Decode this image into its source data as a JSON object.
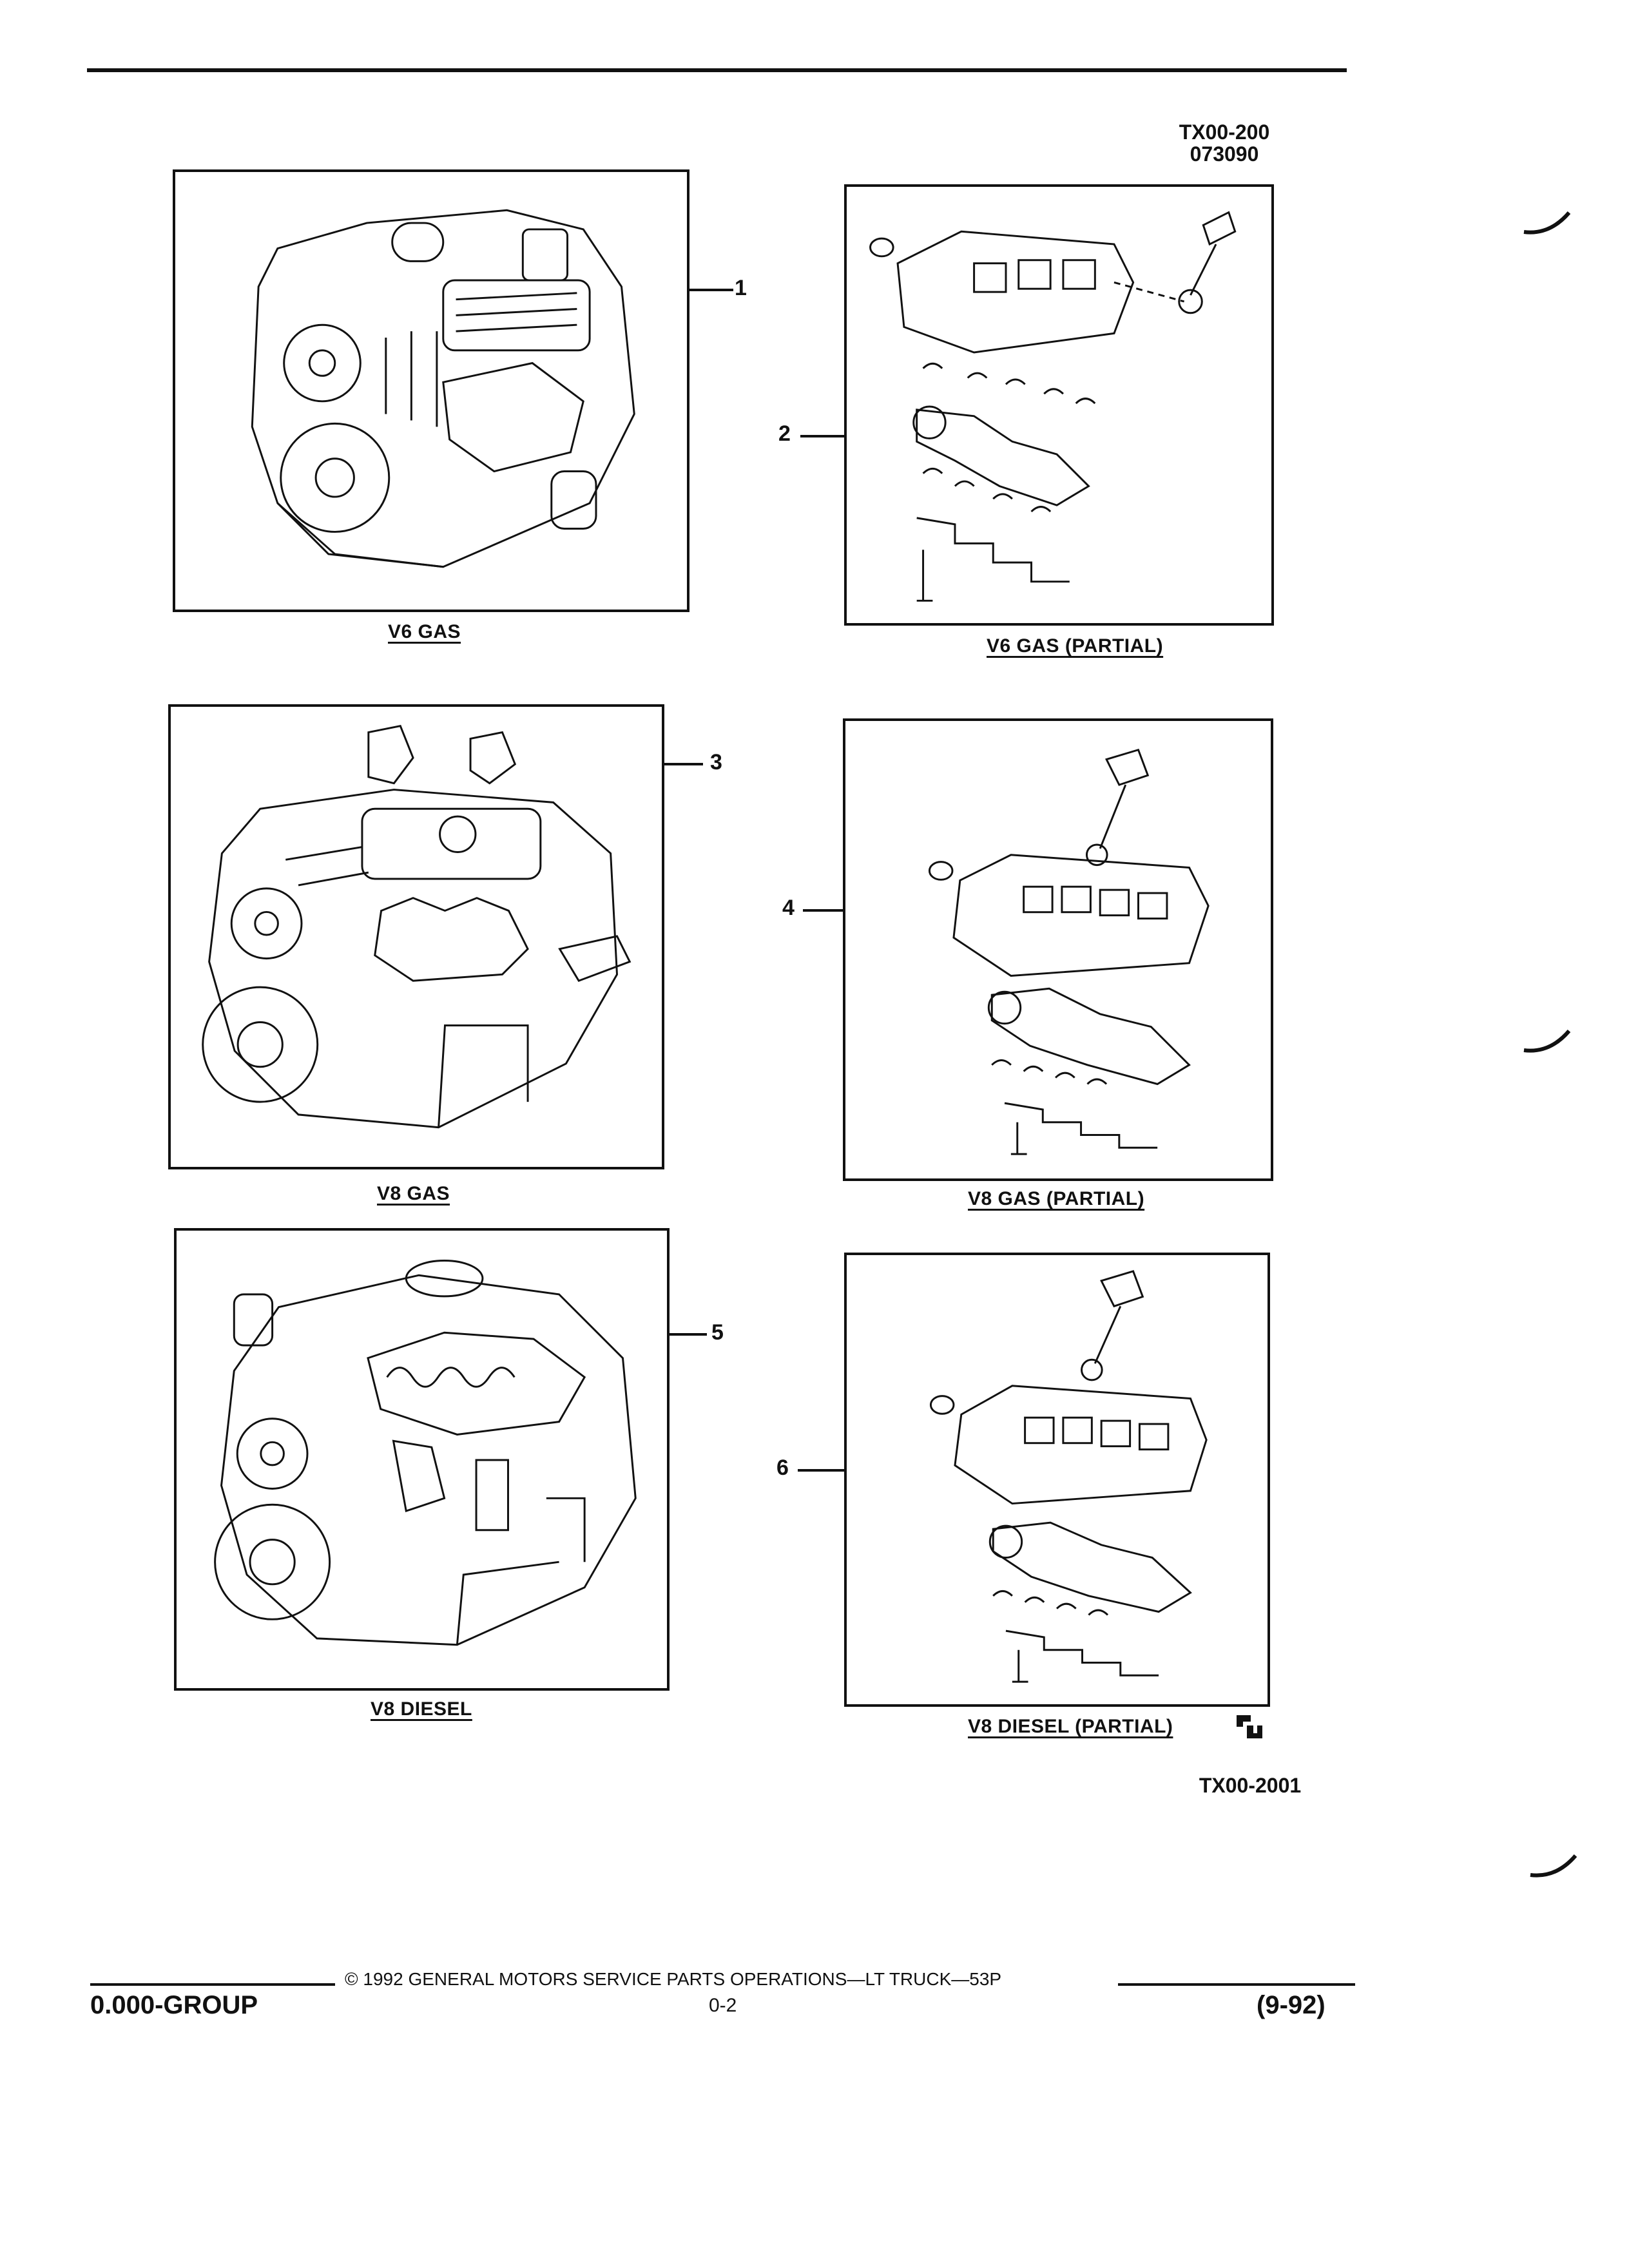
{
  "header": {
    "ref_code": "TX00-200",
    "ref_date": "073090"
  },
  "figures": [
    {
      "callout": "1",
      "caption": "V6 GAS"
    },
    {
      "callout": "2",
      "caption": "V6 GAS (PARTIAL)"
    },
    {
      "callout": "3",
      "caption": "V8 GAS"
    },
    {
      "callout": "4",
      "caption": "V8 GAS (PARTIAL)"
    },
    {
      "callout": "5",
      "caption": "V8 DIESEL"
    },
    {
      "callout": "6",
      "caption": "V8 DIESEL (PARTIAL)"
    }
  ],
  "illustration_code": "TX00-2001",
  "footer": {
    "group": "0.000-GROUP",
    "copyright": "© 1992 GENERAL MOTORS SERVICE PARTS OPERATIONS—LT TRUCK—53P",
    "page_number": "0-2",
    "revision": "(9-92)"
  }
}
